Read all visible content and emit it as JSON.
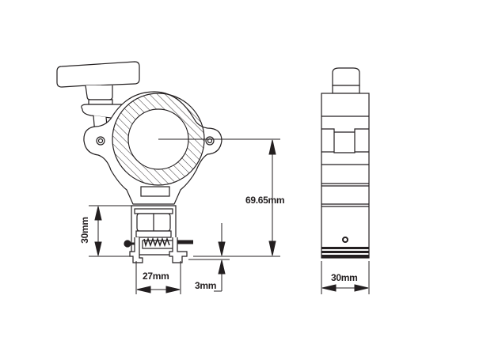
{
  "diagram": {
    "title": "Clamp technical drawing",
    "views": [
      {
        "name": "side-view",
        "description": "Half coupler clamp with wing-bolt handle, hatched ring section and slide rail adaptor"
      },
      {
        "name": "front-view",
        "description": "Front elevation of clamp"
      }
    ],
    "dimensions": {
      "height_total": "69.65mm",
      "adaptor_height": "30mm",
      "adaptor_width": "27mm",
      "rail_lip": "3mm",
      "body_width": "30mm"
    },
    "colors": {
      "line": "#231f20",
      "background": "#ffffff"
    }
  }
}
